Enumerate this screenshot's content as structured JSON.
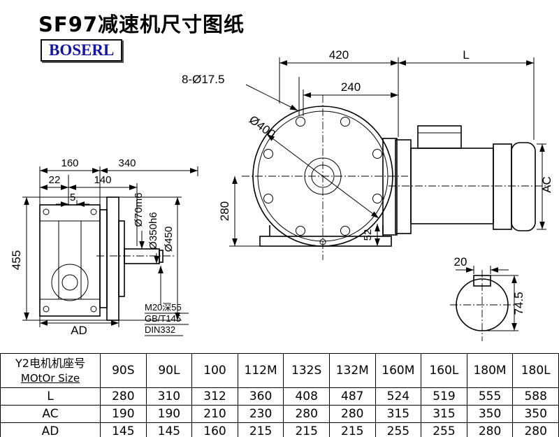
{
  "title": "SF97减速机尺寸图纸",
  "logo": "BOSERL",
  "dims": {
    "d420": "420",
    "dL": "L",
    "d240": "240",
    "bolt": "8-Ø17.5",
    "d400": "Ø400",
    "d280": "280",
    "d52": "52",
    "d160": "160",
    "d340": "340",
    "d22": "22",
    "d140": "140",
    "d5": "5",
    "d70": "Ø70m6",
    "d350": "Ø350h6",
    "d450": "Ø450",
    "d455": "455",
    "ad": "AD",
    "ac": "AC",
    "note1": "M20深55",
    "note2": "GB/T145",
    "note3": "DIN332",
    "d20": "20",
    "d745": "74.5"
  },
  "table": {
    "header": {
      "line1": "Y2电机机座号",
      "line2": "MOtOr Size"
    },
    "columns": [
      "90S",
      "90L",
      "100",
      "112M",
      "132S",
      "132M",
      "160M",
      "160L",
      "180M",
      "180L"
    ],
    "rows": [
      {
        "label": "L",
        "values": [
          "280",
          "310",
          "312",
          "360",
          "408",
          "487",
          "524",
          "519",
          "555",
          "588"
        ]
      },
      {
        "label": "AC",
        "values": [
          "190",
          "190",
          "210",
          "230",
          "280",
          "280",
          "315",
          "315",
          "350",
          "350"
        ]
      },
      {
        "label": "AD",
        "values": [
          "145",
          "145",
          "160",
          "215",
          "215",
          "215",
          "255",
          "255",
          "280",
          "280"
        ]
      }
    ]
  }
}
